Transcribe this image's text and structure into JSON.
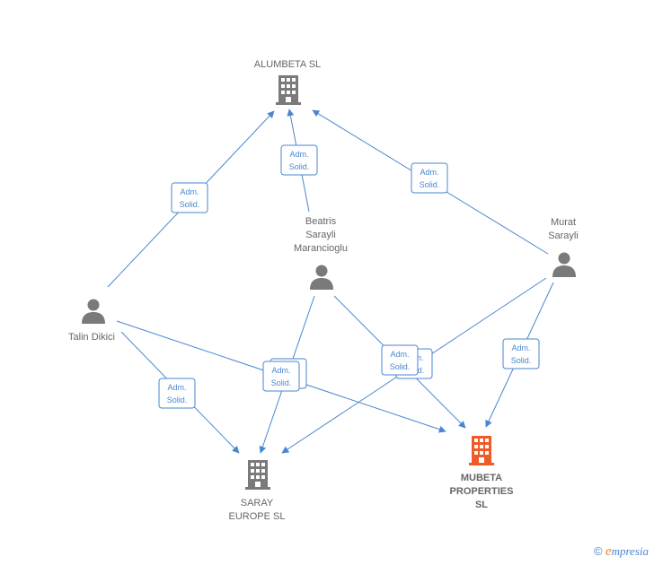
{
  "nodes": {
    "alumbeta": {
      "label_lines": [
        "ALUMBETA  SL"
      ]
    },
    "beatris": {
      "label_lines": [
        "Beatris",
        "Sarayli",
        "Marancioglu"
      ]
    },
    "murat": {
      "label_lines": [
        "Murat",
        "Sarayli"
      ]
    },
    "talin": {
      "label_lines": [
        "Talin Dikici"
      ]
    },
    "saray": {
      "label_lines": [
        "SARAY",
        "EUROPE  SL"
      ]
    },
    "mubeta": {
      "label_lines": [
        "MUBETA",
        "PROPERTIES",
        "SL"
      ]
    }
  },
  "badges": {
    "line1": "Adm.",
    "line2": "Solid."
  },
  "colors": {
    "edge": "#4a86cf",
    "company": "#7a7a7a",
    "company_highlight": "#f05a28",
    "person": "#7a7a7a"
  },
  "footer": {
    "copyright": "©",
    "brand_initial": "e",
    "brand_rest": "mpresia"
  }
}
